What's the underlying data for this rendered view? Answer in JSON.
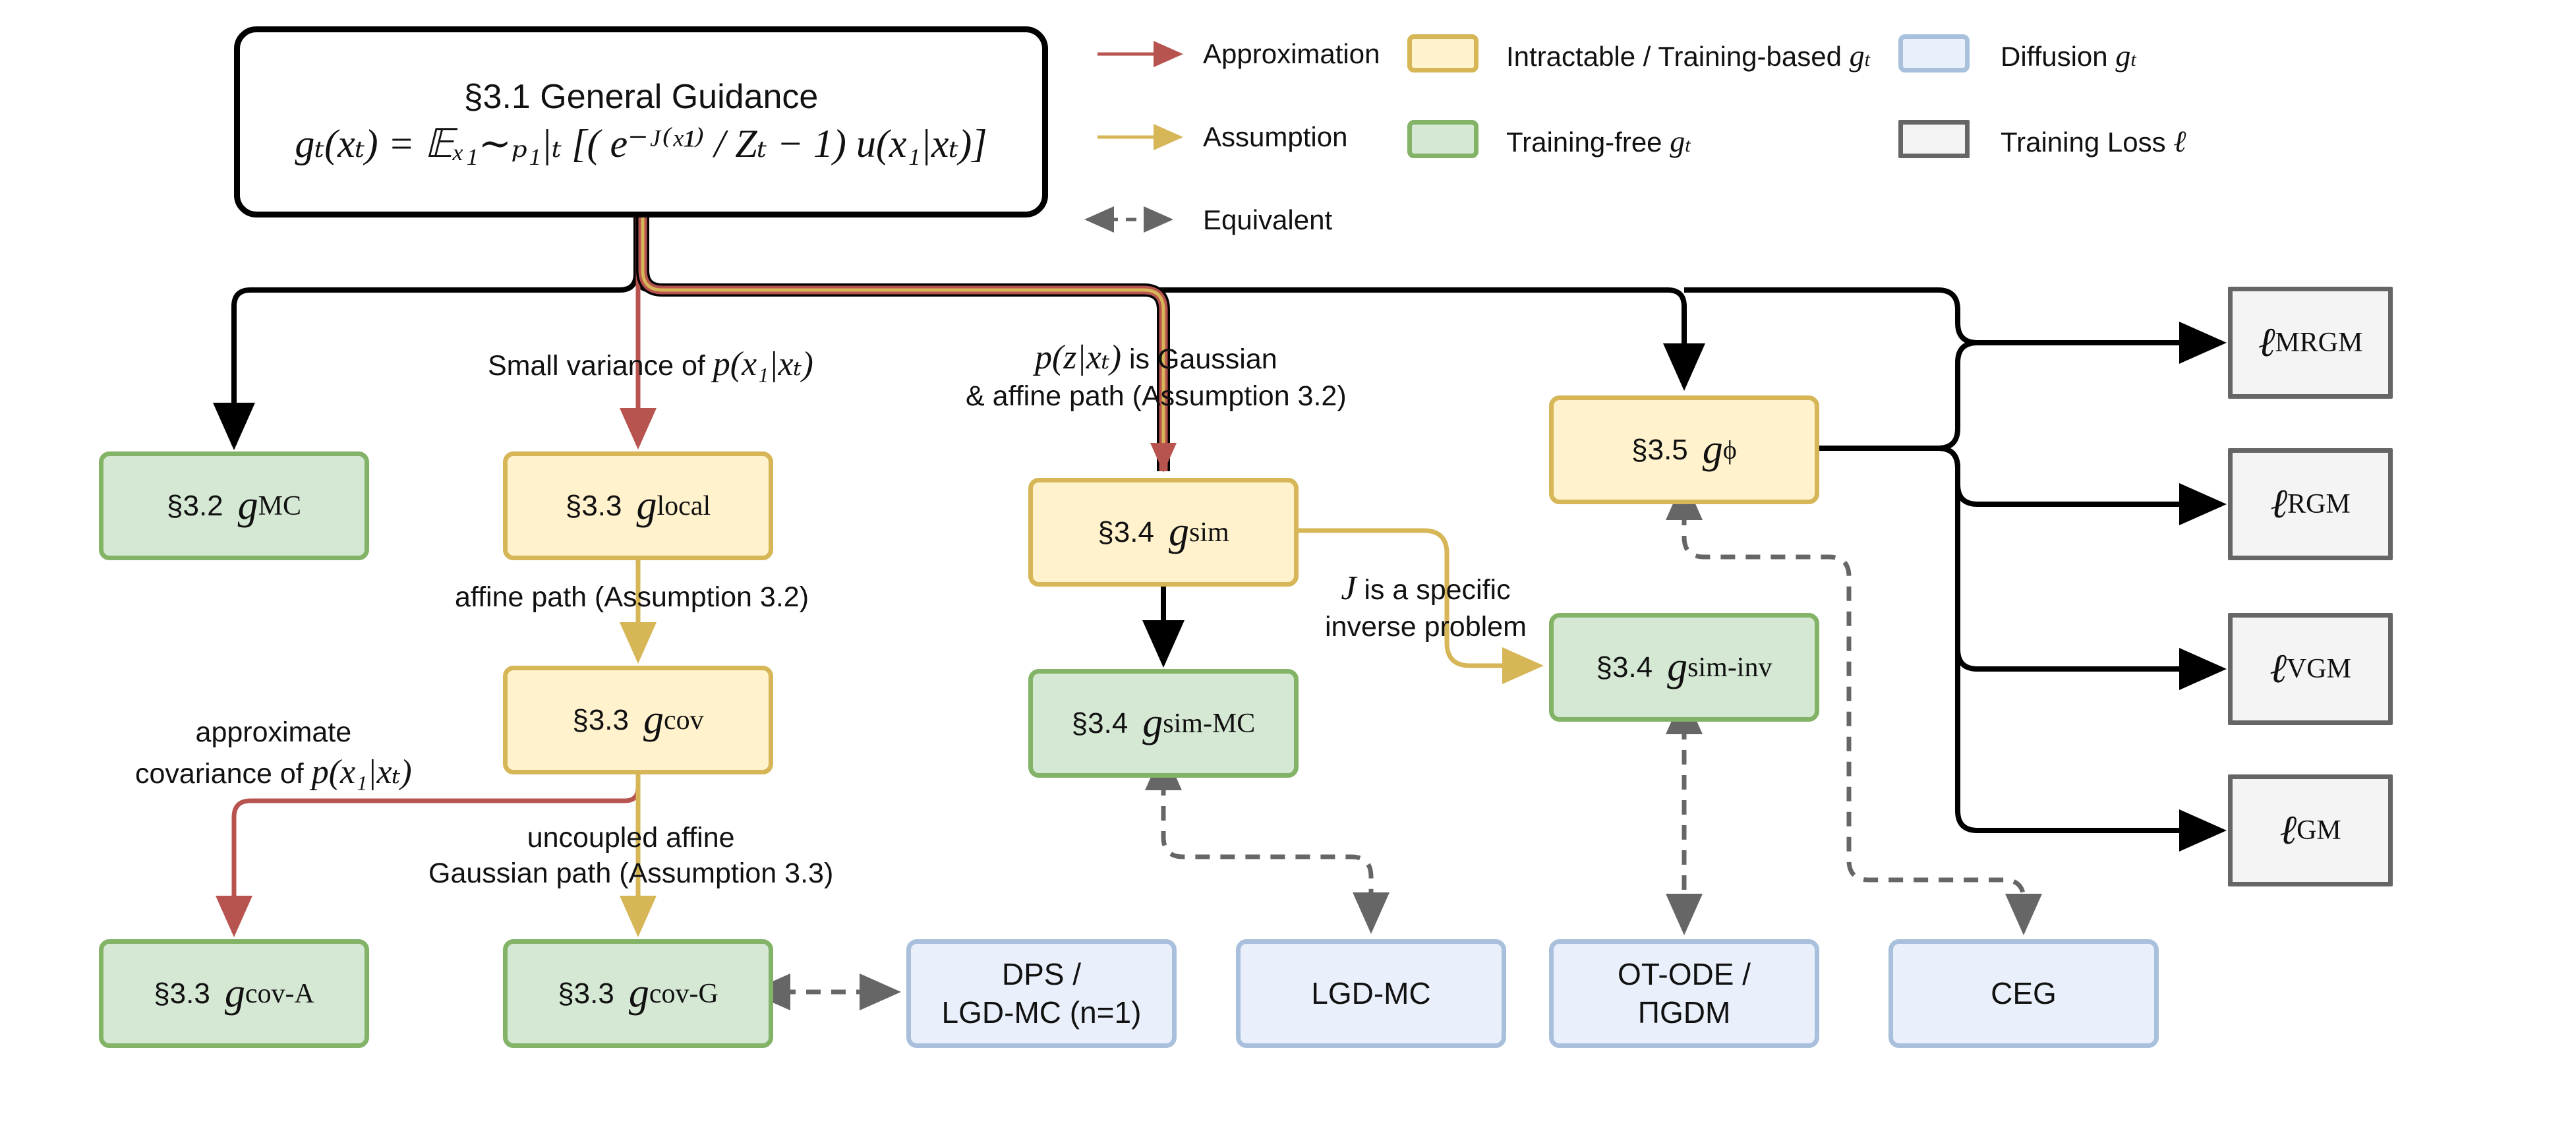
{
  "legend": {
    "approximation": "Approximation",
    "assumption": "Assumption",
    "equivalent": "Equivalent",
    "intractable": "Intractable / Training-based",
    "training_free": "Training-free",
    "diffusion": "Diffusion",
    "training_loss": "Training Loss",
    "g_symbol": "g",
    "t_sub": "t",
    "ell": "ℓ",
    "colors": {
      "approximation": "#b85450",
      "assumption": "#d6b656",
      "equivalent": "#666666",
      "intractable_fill": "#fff2cc",
      "training_free_fill": "#d5e8d4",
      "diffusion_fill": "#e9f0fb",
      "training_loss_fill": "#f4f4f4"
    }
  },
  "root": {
    "title": "§3.1 General Guidance",
    "formula": "gₜ(xₜ) = 𝔼ₓ₁∼ₚ₁|ₜ [( e⁻ᴶ⁽ˣ¹⁾ / Zₜ − 1) u(x₁|xₜ)]"
  },
  "nodes": {
    "mc": {
      "section": "§3.2",
      "symbol": "g",
      "sup": "MC"
    },
    "local": {
      "section": "§3.3",
      "symbol": "g",
      "sup": "local"
    },
    "cov": {
      "section": "§3.3",
      "symbol": "g",
      "sup": "cov"
    },
    "cov_a": {
      "section": "§3.3",
      "symbol": "g",
      "sup": "cov-A"
    },
    "cov_g": {
      "section": "§3.3",
      "symbol": "g",
      "sup": "cov-G"
    },
    "sim": {
      "section": "§3.4",
      "symbol": "g",
      "sup": "sim"
    },
    "sim_mc": {
      "section": "§3.4",
      "symbol": "g",
      "sup": "sim-MC"
    },
    "sim_inv": {
      "section": "§3.4",
      "symbol": "g",
      "sup": "sim-inv"
    },
    "phi": {
      "section": "§3.5",
      "symbol": "g",
      "sub": "ϕ"
    },
    "dps": {
      "line1": "DPS /",
      "line2": "LGD-MC (n=1)"
    },
    "lgd_mc": {
      "label": "LGD-MC"
    },
    "ot_ode": {
      "line1": "OT-ODE /",
      "line2": "ΠGDM"
    },
    "ceg": {
      "label": "CEG"
    },
    "l_mrgm": {
      "symbol": "ℓ",
      "sup": "MRGM"
    },
    "l_rgm": {
      "symbol": "ℓ",
      "sup": "RGM"
    },
    "l_vgm": {
      "symbol": "ℓ",
      "sup": "VGM"
    },
    "l_gm": {
      "symbol": "ℓ",
      "sup": "GM"
    }
  },
  "edge_labels": {
    "small_variance": "Small variance of",
    "small_variance_math": "p(x₁|xₜ)",
    "affine_path": "affine path (Assumption 3.2)",
    "approx_cov_1": "approximate",
    "approx_cov_2": "covariance of",
    "approx_cov_math": "p(x₁|xₜ)",
    "uncoupled_1": "uncoupled affine",
    "uncoupled_2": "Gaussian path (Assumption 3.3)",
    "pz_math": "p(z|xₜ)",
    "pz_1": "is Gaussian",
    "pz_2": "& affine path (Assumption 3.2)",
    "j_math": "J",
    "j_1": "is a specific",
    "j_2": "inverse problem"
  }
}
